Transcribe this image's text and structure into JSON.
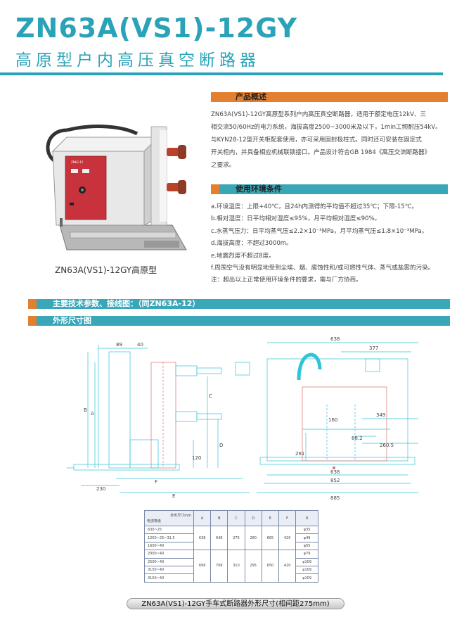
{
  "header": {
    "title": "ZN63A(VS1)-12GY",
    "subtitle": "高原型户内高压真空断路器"
  },
  "overview": {
    "heading": "产品概述",
    "lines": [
      "ZN63A(VS1)-12GY高原型系列户内高压真空断路器，适用于额定电压12kV、三",
      "相交流50/60Hz的电力系统，海拔高度2500~3000米及以下，1min工频耐压54kV。",
      "与KYN28-12型开关柜配套使用，亦可采用固封极柱式。同时还可安装在固定式",
      "开关柜内，并具备相应机械联锁接口。产品设计符合GB 1984《高压交流断路器》",
      "之要求。"
    ]
  },
  "environment": {
    "heading": "使用环境条件",
    "items": [
      "a.环境温度：上限+40℃，且24h内测得的平均值不超过35℃；下限-15℃。",
      "b.相对湿度：日平均相对湿度≤95%，月平均相对湿度≤90%。",
      "c.水蒸气压力：日平均蒸气压≤2.2×10⁻³MPa，月平均蒸气压≤1.8×10⁻³MPa。",
      "d.海拔高度：不超过3000m。",
      "e.地震烈度不超过8度。",
      "f.周围空气没有明显地受到尘埃、烟、腐蚀性和/或可燃性气体、蒸气或盐雾的污染。",
      "注：超出以上正常使用环境条件的要求，需与厂方协商。"
    ]
  },
  "photo": {
    "caption": "ZN63A(VS1)-12GY高原型",
    "panel_label": "ZN63-12"
  },
  "section_params": {
    "heading": "主要技术参数、接线图：（同ZN63A-12）"
  },
  "section_dims": {
    "heading": "外形尺寸图"
  },
  "drawing": {
    "side_labels": [
      "89",
      "40",
      "B",
      "A",
      "C",
      "D",
      "F",
      "E",
      "120",
      "230"
    ],
    "front_labels": [
      "638",
      "377",
      "349",
      "160",
      "88.2",
      "260.5",
      "261",
      "638",
      "852",
      "885"
    ]
  },
  "table": {
    "corner_top": "外形尺寸mm",
    "corner_bottom": "电流等级",
    "columns": [
      "A",
      "B",
      "C",
      "D",
      "E",
      "F",
      "R"
    ],
    "groups": [
      {
        "rows": [
          "630~25",
          "1250~25~31.5",
          "1600~40"
        ],
        "values": [
          "638",
          "648",
          "275",
          "280",
          "665",
          "420"
        ],
        "r": [
          "φ35",
          "φ49",
          "φ55"
        ]
      },
      {
        "rows": [
          "2000~40",
          "2500~40",
          "3150~40",
          "3150~40"
        ],
        "values": [
          "698",
          "708",
          "310",
          "295",
          "650",
          "420"
        ],
        "r": [
          "φ79",
          "φ109",
          "φ109",
          "φ109"
        ]
      }
    ]
  },
  "footer": {
    "caption": "ZN63A(VS1)-12GY手车式断路器外形尺寸(相间距275mm)"
  },
  "colors": {
    "accent": "#2aa3b8",
    "section_bar": "#3aa7b9",
    "section_marker": "#e3802f",
    "panel_red": "#c8323c"
  }
}
